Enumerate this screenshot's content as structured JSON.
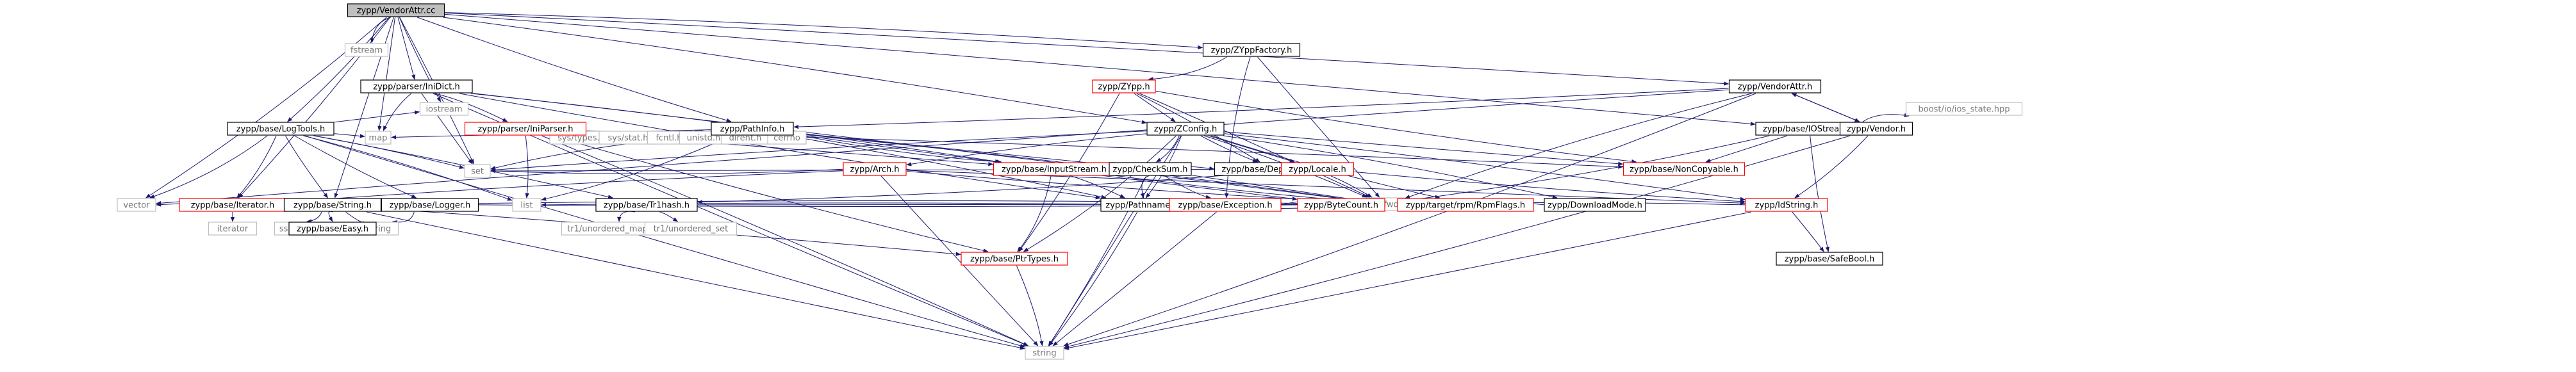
{
  "colors": {
    "edge": "#191970",
    "node_border": "#000000",
    "node_border_ref": "#ff0000",
    "node_border_ext": "#bfbfbf",
    "node_fill": "#ffffff",
    "root_fill": "#bfbfbf",
    "text": "#000000",
    "text_ext": "#777777"
  },
  "nodes": [
    {
      "id": "vendorattr_cc",
      "label": "zypp/VendorAttr.cc",
      "kind": "root"
    },
    {
      "id": "fstream",
      "label": "fstream",
      "kind": "ext"
    },
    {
      "id": "iostream",
      "label": "iostream",
      "kind": "ext"
    },
    {
      "id": "map",
      "label": "map",
      "kind": "ext"
    },
    {
      "id": "set",
      "label": "set",
      "kind": "ext"
    },
    {
      "id": "vector",
      "label": "vector",
      "kind": "ext"
    },
    {
      "id": "list",
      "label": "list",
      "kind": "ext"
    },
    {
      "id": "string",
      "label": "string",
      "kind": "ext"
    },
    {
      "id": "iosfwd",
      "label": "iosfwd",
      "kind": "ext"
    },
    {
      "id": "iterator",
      "label": "iterator",
      "kind": "ext"
    },
    {
      "id": "sstream",
      "label": "sstream",
      "kind": "ext"
    },
    {
      "id": "cstring",
      "label": "cstring",
      "kind": "ext"
    },
    {
      "id": "sys_types",
      "label": "sys/types.h",
      "kind": "ext"
    },
    {
      "id": "sys_stat",
      "label": "sys/stat.h",
      "kind": "ext"
    },
    {
      "id": "fcntl",
      "label": "fcntl.h",
      "kind": "ext"
    },
    {
      "id": "unistd",
      "label": "unistd.h",
      "kind": "ext"
    },
    {
      "id": "dirent",
      "label": "dirent.h",
      "kind": "ext"
    },
    {
      "id": "cerrno",
      "label": "cerrno",
      "kind": "ext"
    },
    {
      "id": "tr1_umap",
      "label": "tr1/unordered_map",
      "kind": "ext"
    },
    {
      "id": "tr1_uset",
      "label": "tr1/unordered_set",
      "kind": "ext"
    },
    {
      "id": "boost_io",
      "label": "boost/io/ios_state.hpp",
      "kind": "ext"
    },
    {
      "id": "zyppfactory",
      "label": "zypp/ZYppFactory.h",
      "kind": "file"
    },
    {
      "id": "zypp_h",
      "label": "zypp/ZYpp.h",
      "kind": "ref"
    },
    {
      "id": "vendorattr_h",
      "label": "zypp/VendorAttr.h",
      "kind": "file"
    },
    {
      "id": "iniDict",
      "label": "zypp/parser/IniDict.h",
      "kind": "file"
    },
    {
      "id": "iniParser",
      "label": "zypp/parser/IniParser.h",
      "kind": "ref"
    },
    {
      "id": "logtools",
      "label": "zypp/base/LogTools.h",
      "kind": "file"
    },
    {
      "id": "pathinfo",
      "label": "zypp/PathInfo.h",
      "kind": "file"
    },
    {
      "id": "zconfig",
      "label": "zypp/ZConfig.h",
      "kind": "file"
    },
    {
      "id": "iostream_base",
      "label": "zypp/base/IOStream.h",
      "kind": "file"
    },
    {
      "id": "vendor_h",
      "label": "zypp/Vendor.h",
      "kind": "file"
    },
    {
      "id": "arch",
      "label": "zypp/Arch.h",
      "kind": "ref"
    },
    {
      "id": "inputstream",
      "label": "zypp/base/InputStream.h",
      "kind": "ref"
    },
    {
      "id": "checksum",
      "label": "zypp/CheckSum.h",
      "kind": "file"
    },
    {
      "id": "deprecated",
      "label": "zypp/base/Deprecated.h",
      "kind": "file"
    },
    {
      "id": "noncopyable",
      "label": "zypp/base/NonCopyable.h",
      "kind": "ref"
    },
    {
      "id": "locale",
      "label": "zypp/Locale.h",
      "kind": "ref"
    },
    {
      "id": "iterator_h",
      "label": "zypp/base/Iterator.h",
      "kind": "ref"
    },
    {
      "id": "string_h",
      "label": "zypp/base/String.h",
      "kind": "file"
    },
    {
      "id": "logger",
      "label": "zypp/base/Logger.h",
      "kind": "file"
    },
    {
      "id": "trihash",
      "label": "zypp/base/Tr1hash.h",
      "kind": "file"
    },
    {
      "id": "pathname",
      "label": "zypp/Pathname.h",
      "kind": "file"
    },
    {
      "id": "exception",
      "label": "zypp/base/Exception.h",
      "kind": "ref"
    },
    {
      "id": "bytecount",
      "label": "zypp/ByteCount.h",
      "kind": "ref"
    },
    {
      "id": "rpmflags",
      "label": "zypp/target/rpm/RpmFlags.h",
      "kind": "ref"
    },
    {
      "id": "downloadmode",
      "label": "zypp/DownloadMode.h",
      "kind": "file"
    },
    {
      "id": "idstring",
      "label": "zypp/IdString.h",
      "kind": "ref"
    },
    {
      "id": "easy",
      "label": "zypp/base/Easy.h",
      "kind": "file"
    },
    {
      "id": "ptrtypes",
      "label": "zypp/base/PtrTypes.h",
      "kind": "ref"
    },
    {
      "id": "safebool",
      "label": "zypp/base/SafeBool.h",
      "kind": "file"
    }
  ],
  "edges": [
    [
      "vendorattr_cc",
      "fstream"
    ],
    [
      "vendorattr_cc",
      "iostream"
    ],
    [
      "vendorattr_cc",
      "map"
    ],
    [
      "vendorattr_cc",
      "set"
    ],
    [
      "vendorattr_cc",
      "vector"
    ],
    [
      "vendorattr_cc",
      "zyppfactory"
    ],
    [
      "vendorattr_cc",
      "vendorattr_h"
    ],
    [
      "vendorattr_cc",
      "iniDict"
    ],
    [
      "vendorattr_cc",
      "logtools"
    ],
    [
      "vendorattr_cc",
      "pathinfo"
    ],
    [
      "vendorattr_cc",
      "zconfig"
    ],
    [
      "vendorattr_cc",
      "iostream_base"
    ],
    [
      "vendorattr_cc",
      "string_h"
    ],
    [
      "vendorattr_cc",
      "iterator_h"
    ],
    [
      "zyppfactory",
      "zypp_h"
    ],
    [
      "zyppfactory",
      "exception"
    ],
    [
      "zyppfactory",
      "iosfwd"
    ],
    [
      "zypp_h",
      "zconfig"
    ],
    [
      "zypp_h",
      "ptrtypes"
    ],
    [
      "zypp_h",
      "noncopyable"
    ],
    [
      "zypp_h",
      "deprecated"
    ],
    [
      "zypp_h",
      "iosfwd"
    ],
    [
      "vendorattr_h",
      "vendor_h"
    ],
    [
      "vendorattr_h",
      "pathinfo"
    ],
    [
      "vendorattr_h",
      "string"
    ],
    [
      "vendorattr_h",
      "iosfwd"
    ],
    [
      "vendorattr_h",
      "vector"
    ],
    [
      "vendor_h",
      "vendorattr_h"
    ],
    [
      "vendor_h",
      "idstring"
    ],
    [
      "vendor_h",
      "string"
    ],
    [
      "iniDict",
      "iniParser"
    ],
    [
      "iniDict",
      "map"
    ],
    [
      "iniDict",
      "set"
    ],
    [
      "iniDict",
      "string"
    ],
    [
      "iniDict",
      "pathname"
    ],
    [
      "iniDict",
      "inputstream"
    ],
    [
      "iniDict",
      "iosfwd"
    ],
    [
      "iniParser",
      "inputstream"
    ],
    [
      "iniParser",
      "list"
    ],
    [
      "iniParser",
      "ptrtypes"
    ],
    [
      "iniParser",
      "string"
    ],
    [
      "iniParser",
      "noncopyable"
    ],
    [
      "logtools",
      "iostream"
    ],
    [
      "logtools",
      "string"
    ],
    [
      "logtools",
      "vector"
    ],
    [
      "logtools",
      "list"
    ],
    [
      "logtools",
      "set"
    ],
    [
      "logtools",
      "map"
    ],
    [
      "logtools",
      "iterator_h"
    ],
    [
      "logtools",
      "logger"
    ],
    [
      "logtools",
      "string_h"
    ],
    [
      "logtools",
      "trihash"
    ],
    [
      "pathinfo",
      "map"
    ],
    [
      "pathinfo",
      "sys_types"
    ],
    [
      "pathinfo",
      "sys_stat"
    ],
    [
      "pathinfo",
      "fcntl"
    ],
    [
      "pathinfo",
      "unistd"
    ],
    [
      "pathinfo",
      "dirent"
    ],
    [
      "pathinfo",
      "cerrno"
    ],
    [
      "pathinfo",
      "list"
    ],
    [
      "pathinfo",
      "set"
    ],
    [
      "pathinfo",
      "pathname"
    ],
    [
      "pathinfo",
      "checksum"
    ],
    [
      "pathinfo",
      "bytecount"
    ],
    [
      "pathinfo",
      "inputstream"
    ],
    [
      "pathinfo",
      "iosfwd"
    ],
    [
      "zconfig",
      "arch"
    ],
    [
      "zconfig",
      "locale"
    ],
    [
      "zconfig",
      "pathname"
    ],
    [
      "zconfig",
      "rpmflags"
    ],
    [
      "zconfig",
      "downloadmode"
    ],
    [
      "zconfig",
      "idstring"
    ],
    [
      "zconfig",
      "noncopyable"
    ],
    [
      "zconfig",
      "deprecated"
    ],
    [
      "zconfig",
      "ptrtypes"
    ],
    [
      "zconfig",
      "iosfwd"
    ],
    [
      "zconfig",
      "set"
    ],
    [
      "zconfig",
      "string"
    ],
    [
      "zconfig",
      "checksum"
    ],
    [
      "iostream_base",
      "iosfwd"
    ],
    [
      "iostream_base",
      "boost_io"
    ],
    [
      "iostream_base",
      "safebool"
    ],
    [
      "iostream_base",
      "noncopyable"
    ],
    [
      "arch",
      "iosfwd"
    ],
    [
      "arch",
      "set"
    ],
    [
      "arch",
      "string"
    ],
    [
      "arch",
      "iterator_h"
    ],
    [
      "arch",
      "idstring"
    ],
    [
      "inputstream",
      "iosfwd"
    ],
    [
      "inputstream",
      "ptrtypes"
    ],
    [
      "inputstream",
      "deprecated"
    ],
    [
      "inputstream",
      "pathname"
    ],
    [
      "checksum",
      "iosfwd"
    ],
    [
      "checksum",
      "string"
    ],
    [
      "checksum",
      "exception"
    ],
    [
      "checksum",
      "pathname"
    ],
    [
      "locale",
      "iosfwd"
    ],
    [
      "locale",
      "set"
    ],
    [
      "locale",
      "idstring"
    ],
    [
      "locale",
      "trihash"
    ],
    [
      "string_h",
      "iosfwd"
    ],
    [
      "string_h",
      "vector"
    ],
    [
      "string_h",
      "string"
    ],
    [
      "string_h",
      "sstream"
    ],
    [
      "string_h",
      "cstring"
    ],
    [
      "string_h",
      "easy"
    ],
    [
      "string_h",
      "ptrtypes"
    ],
    [
      "iterator_h",
      "iterator"
    ],
    [
      "logger",
      "iosfwd"
    ],
    [
      "logger",
      "cstring"
    ],
    [
      "trihash",
      "tr1_umap"
    ],
    [
      "trihash",
      "tr1_uset"
    ],
    [
      "trihash",
      "iosfwd"
    ],
    [
      "pathname",
      "string"
    ],
    [
      "pathname",
      "iosfwd"
    ],
    [
      "exception",
      "iosfwd"
    ],
    [
      "exception",
      "list"
    ],
    [
      "exception",
      "string"
    ],
    [
      "bytecount",
      "iosfwd"
    ],
    [
      "rpmflags",
      "iosfwd"
    ],
    [
      "downloadmode",
      "iosfwd"
    ],
    [
      "idstring",
      "iosfwd"
    ],
    [
      "idstring",
      "string"
    ],
    [
      "idstring",
      "safebool"
    ],
    [
      "ptrtypes",
      "string"
    ]
  ]
}
